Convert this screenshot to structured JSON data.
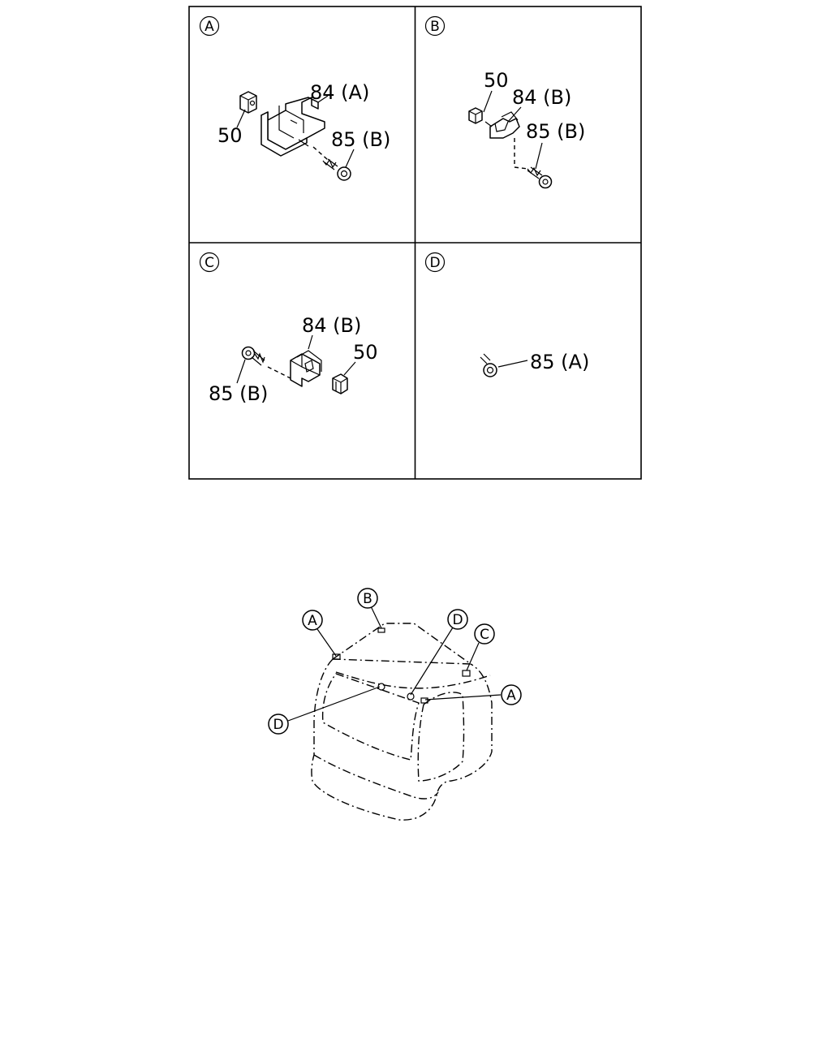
{
  "detail_panels": {
    "a": {
      "tag": "A",
      "labels": {
        "part_84": "84 (A)",
        "part_50": "50",
        "part_85": "85 (B)"
      }
    },
    "b": {
      "tag": "B",
      "labels": {
        "part_50": "50",
        "part_84": "84 (B)",
        "part_85": "85 (B)"
      }
    },
    "c": {
      "tag": "C",
      "labels": {
        "part_84": "84 (B)",
        "part_50": "50",
        "part_85": "85 (B)"
      }
    },
    "d": {
      "tag": "D",
      "labels": {
        "part_85": "85 (A)"
      }
    }
  },
  "overview": {
    "callouts": {
      "a_left": "A",
      "b_top": "B",
      "d_top": "D",
      "c_right": "C",
      "a_right": "A",
      "d_left": "D"
    }
  }
}
